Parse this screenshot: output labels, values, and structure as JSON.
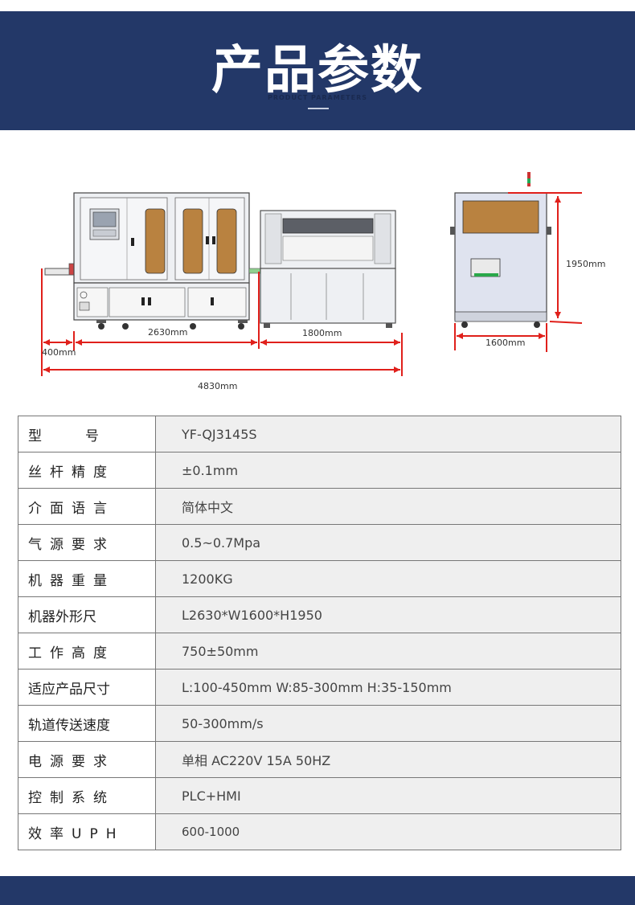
{
  "header": {
    "title": "产品参数",
    "subtitle": "PRODUCT PARAMETERS"
  },
  "drawing": {
    "dim_2630": "2630mm",
    "dim_1800": "1800mm",
    "dim_400": "400mm",
    "dim_4830": "4830mm",
    "dim_1950": "1950mm",
    "dim_1600": "1600mm"
  },
  "specs": [
    {
      "label": "型          号",
      "value": "YF-QJ3145S"
    },
    {
      "label": "丝杆精度",
      "value": "±0.1mm"
    },
    {
      "label": "介面语言",
      "value": "简体中文"
    },
    {
      "label": "气源要求",
      "value": "0.5~0.7Mpa"
    },
    {
      "label": "机器重量",
      "value": "1200KG"
    },
    {
      "label": "机器外形尺",
      "value": "L2630*W1600*H1950"
    },
    {
      "label": "工作高度",
      "value": "750±50mm"
    },
    {
      "label": "适应产品尺寸",
      "value": "L:100-450mm W:85-300mm H:35-150mm"
    },
    {
      "label": "轨道传送速度",
      "value": "50-300mm/s"
    },
    {
      "label": "电源要求",
      "value": "单相 AC220V 15A 50HZ"
    },
    {
      "label": "控制系统",
      "value": "PLC+HMI"
    },
    {
      "label": "效率UPH",
      "value": "600-1000"
    }
  ],
  "colors": {
    "header_bg": "#233868",
    "dimension_line": "#e0201b",
    "machine_window": "#b98240"
  }
}
